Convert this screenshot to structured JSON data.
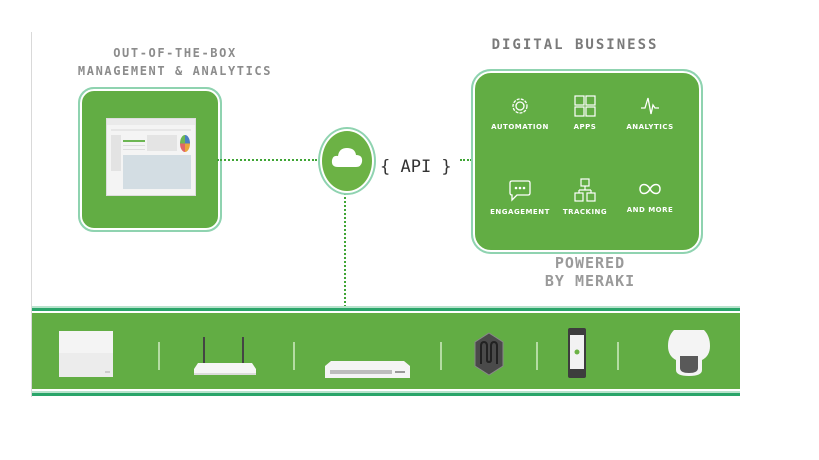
{
  "headings": {
    "management_line1": "OUT-OF-THE-BOX",
    "management_line2": "MANAGEMENT & ANALYTICS",
    "digital_business": "DIGITAL BUSINESS",
    "powered_line1": "POWERED",
    "powered_line2": "BY MERAKI"
  },
  "api_label": "{ API }",
  "features": [
    {
      "label": "AUTOMATION",
      "icon": "gear-icon"
    },
    {
      "label": "APPS",
      "icon": "grid-icon"
    },
    {
      "label": "ANALYTICS",
      "icon": "pulse-icon"
    },
    {
      "label": "ENGAGEMENT",
      "icon": "chat-bubble-icon"
    },
    {
      "label": "TRACKING",
      "icon": "hierarchy-icon"
    },
    {
      "label": "AND MORE",
      "icon": "infinity-icon"
    }
  ],
  "devices": [
    {
      "name": "access-point",
      "icon": "access-point-icon"
    },
    {
      "name": "router",
      "icon": "router-icon"
    },
    {
      "name": "switch",
      "icon": "switch-icon"
    },
    {
      "name": "security-appliance",
      "icon": "security-appliance-icon"
    },
    {
      "name": "mobile-device",
      "icon": "phone-icon"
    },
    {
      "name": "camera",
      "icon": "camera-icon"
    }
  ],
  "colors": {
    "brand_green": "#62ad44",
    "outline_mint": "#8fd3b0",
    "line_green": "#2aa56a",
    "heading_gray": "#8c8c8c"
  }
}
